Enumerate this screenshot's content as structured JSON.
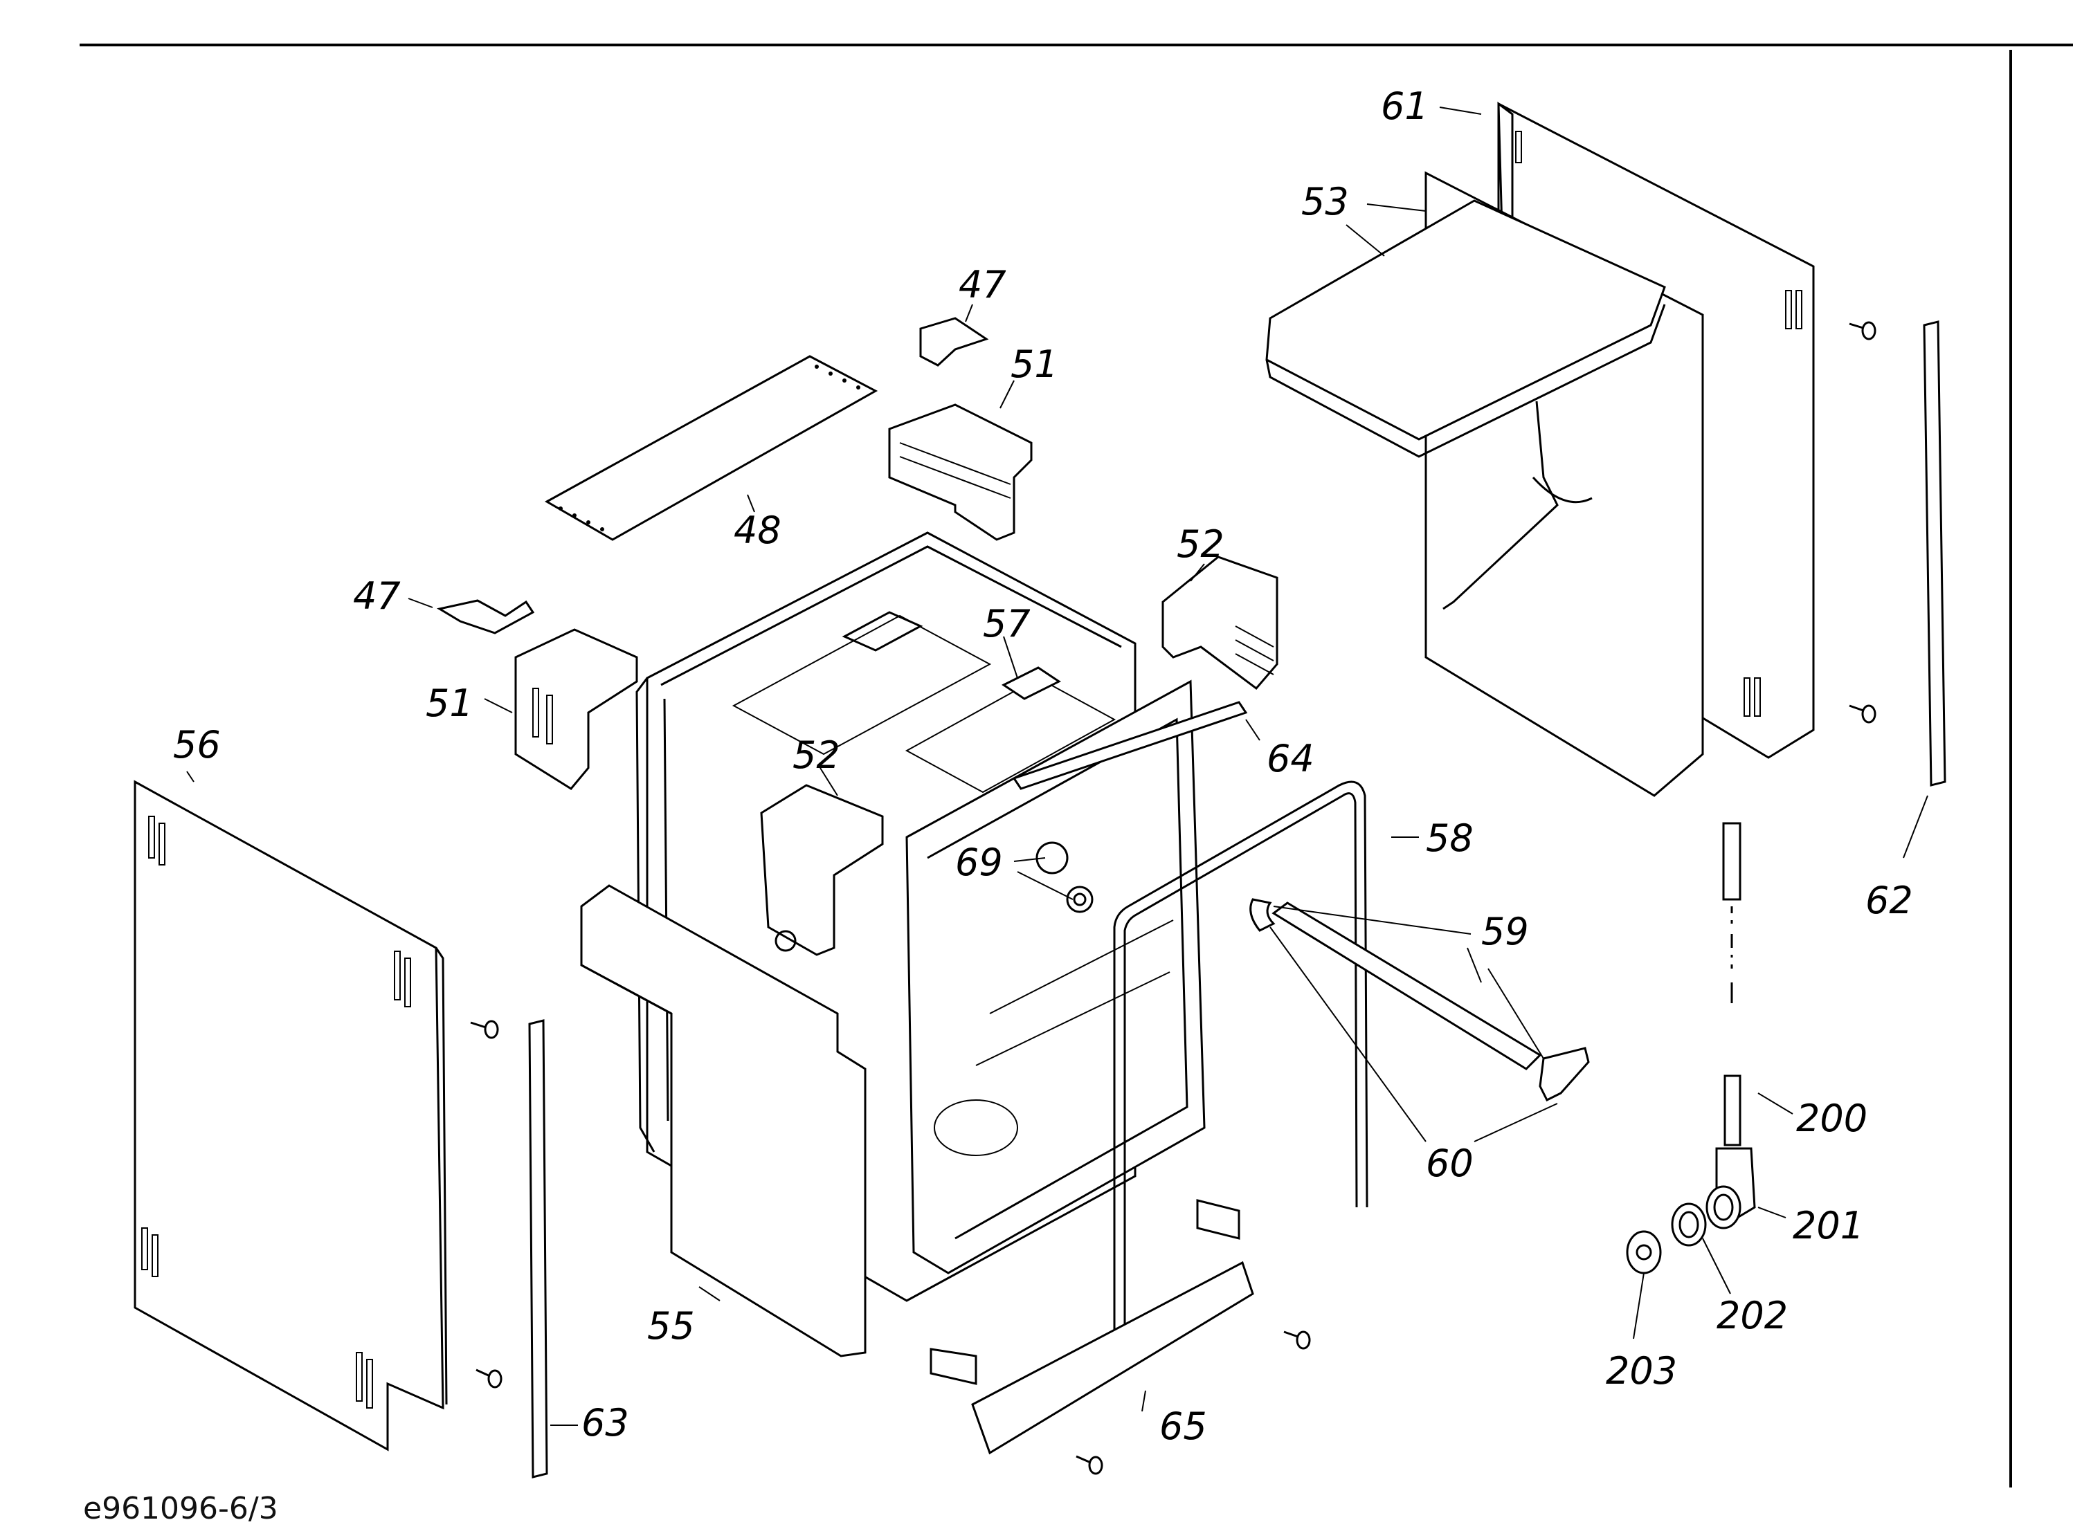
{
  "drawing": {
    "reference": "e961096-6/3",
    "labels": {
      "p47a": "47",
      "p47b": "47",
      "p48": "48",
      "p51a": "51",
      "p51b": "51",
      "p52a": "52",
      "p52b": "52",
      "p53": "53",
      "p55": "55",
      "p56": "56",
      "p57": "57",
      "p58": "58",
      "p59": "59",
      "p60": "60",
      "p61": "61",
      "p62": "62",
      "p63": "63",
      "p64": "64",
      "p65": "65",
      "p69": "69",
      "p200": "200",
      "p201": "201",
      "p202": "202",
      "p203": "203"
    }
  }
}
